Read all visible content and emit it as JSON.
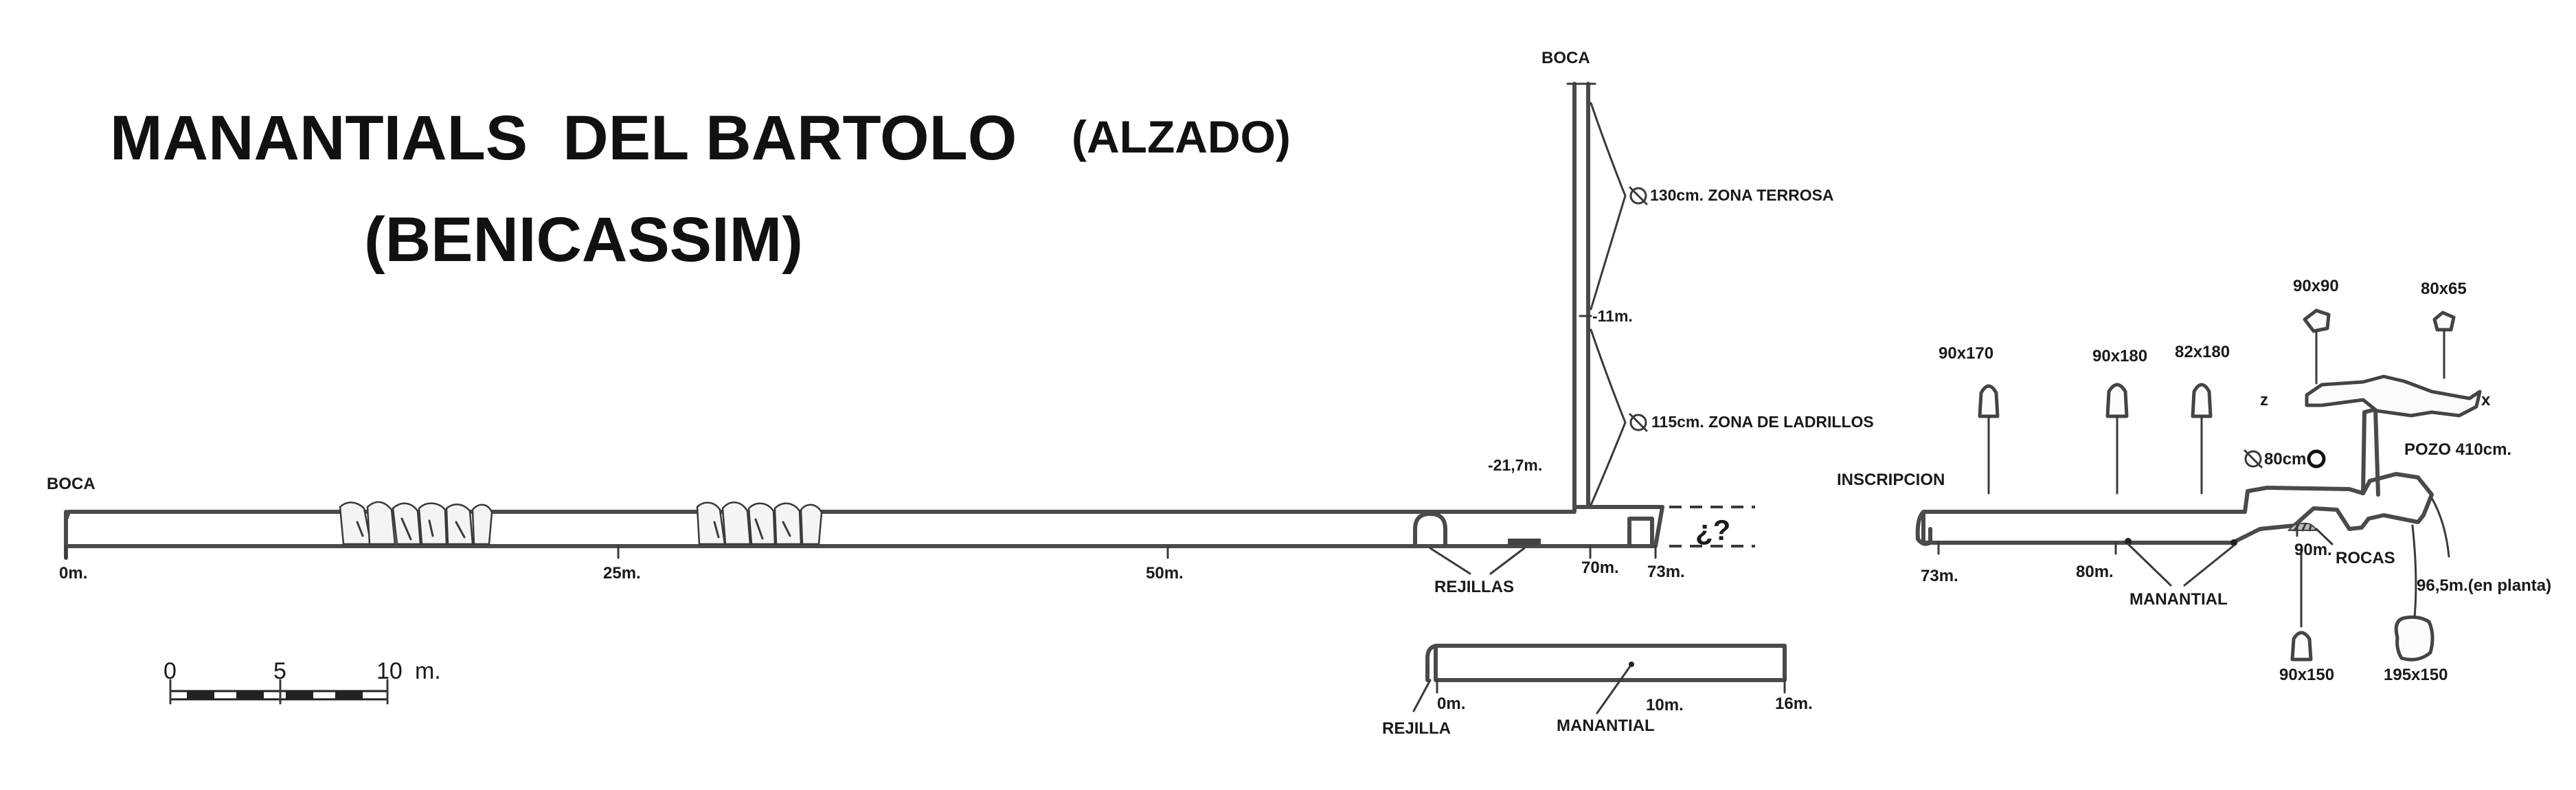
{
  "title": {
    "main": "MANANTIALS  DEL BARTOLO",
    "view": "(ALZADO)",
    "place": "(BENICASSIM)"
  },
  "main_section": {
    "boca_label": "BOCA",
    "distance_labels": [
      "0m.",
      "25m.",
      "50m.",
      "70m.",
      "73m."
    ],
    "rejillas_label": "REJILLAS",
    "unknown_label": "¿?"
  },
  "shaft": {
    "boca_label": "BOCA",
    "zone_upper": "130cm. ZONA TERROSA",
    "mid_depth": "-11m.",
    "zone_lower": "115cm. ZONA DE LADRILLOS",
    "bottom_depth": "-21,7m."
  },
  "lower_section": {
    "rejilla_label": "REJILLA",
    "manantial_label": "MANANTIAL",
    "distance_labels": [
      "0m.",
      "10m.",
      "16m."
    ]
  },
  "right_section": {
    "inscripcion_label": "INSCRIPCION",
    "distance_labels": [
      "73m.",
      "80m."
    ],
    "manantial_label": "MANANTIAL",
    "sections": [
      "90x170",
      "90x180",
      "82x180",
      "90x90",
      "80x65",
      "90x150",
      "195x150"
    ],
    "z_label": "z",
    "x_label": "x",
    "diameter_label": "80cm",
    "pozo_label": "POZO 410cm.",
    "rocas_label": "ROCAS",
    "rocas_distance": "90m.",
    "plan_label": "96,5m.(en planta)"
  },
  "scale_bar": {
    "ticks": [
      "0",
      "5",
      "10"
    ],
    "unit": "m."
  }
}
